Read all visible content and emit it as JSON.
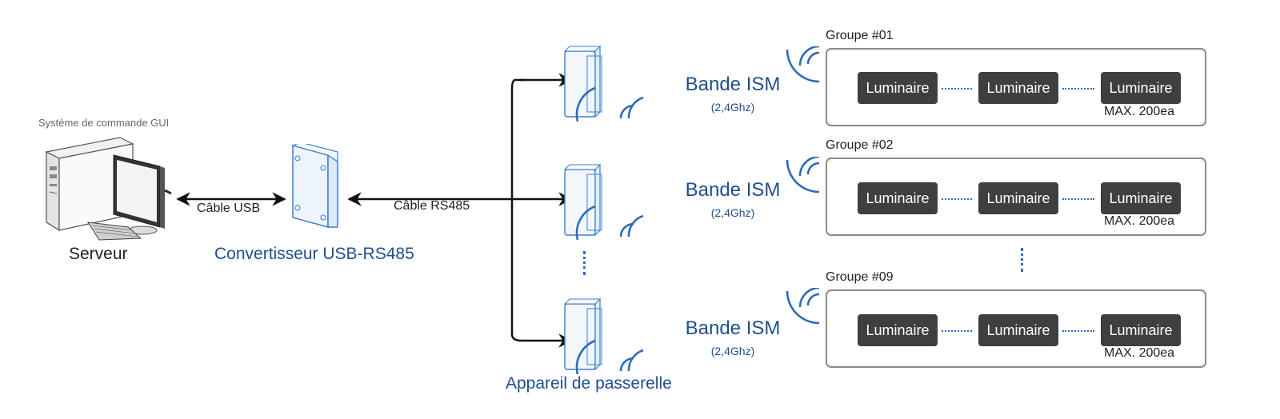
{
  "server": {
    "caption": "Système de commande GUI",
    "label": "Serveur"
  },
  "converter": {
    "label": "Convertisseur USB-RS485"
  },
  "cables": {
    "usb": "Câble USB",
    "rs485": "Câble RS485"
  },
  "gateways": {
    "label": "Appareil de passerelle",
    "count_shown": 3
  },
  "bands": [
    {
      "title": "Bande ISM",
      "sub": "(2,4Ghz)"
    },
    {
      "title": "Bande ISM",
      "sub": "(2,4Ghz)"
    },
    {
      "title": "Bande ISM",
      "sub": "(2,4Ghz)"
    }
  ],
  "groups": [
    {
      "title": "Groupe #01",
      "items": [
        "Luminaire",
        "Luminaire",
        "Luminaire"
      ],
      "max": "MAX. 200ea"
    },
    {
      "title": "Groupe #02",
      "items": [
        "Luminaire",
        "Luminaire",
        "Luminaire"
      ],
      "max": "MAX. 200ea"
    },
    {
      "title": "Groupe #09",
      "items": [
        "Luminaire",
        "Luminaire",
        "Luminaire"
      ],
      "max": "MAX. 200ea"
    }
  ],
  "colors": {
    "accent": "#2e6bb8",
    "label_blue": "#1f4e8c",
    "node_dark": "#3f3f3f"
  }
}
